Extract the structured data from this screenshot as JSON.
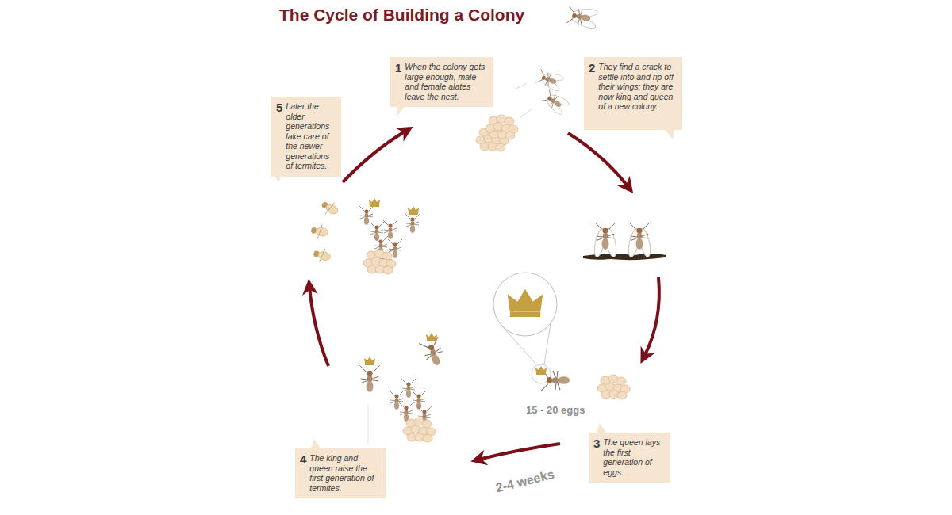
{
  "diagram": {
    "title": "The Cycle of Building a Colony",
    "nodes": [
      {
        "text": [
          "1",
          "When the colony gets large enough, male and female alates leave the nest."
        ]
      },
      {
        "text": [
          "2",
          "They find a crack to settle into and rip off their wings; they are now king and queen of a new colony."
        ]
      },
      {
        "text": [
          "3",
          "The queen lays the first generation of eggs."
        ]
      },
      {
        "text": [
          "4",
          "The king and queen raise the first generation of termites."
        ]
      },
      {
        "text": [
          "5",
          "Later the older generations lake care of the newer generations of termites."
        ]
      }
    ],
    "labels": [
      "15 - 20 eggs",
      "2-4 weeks"
    ]
  }
}
